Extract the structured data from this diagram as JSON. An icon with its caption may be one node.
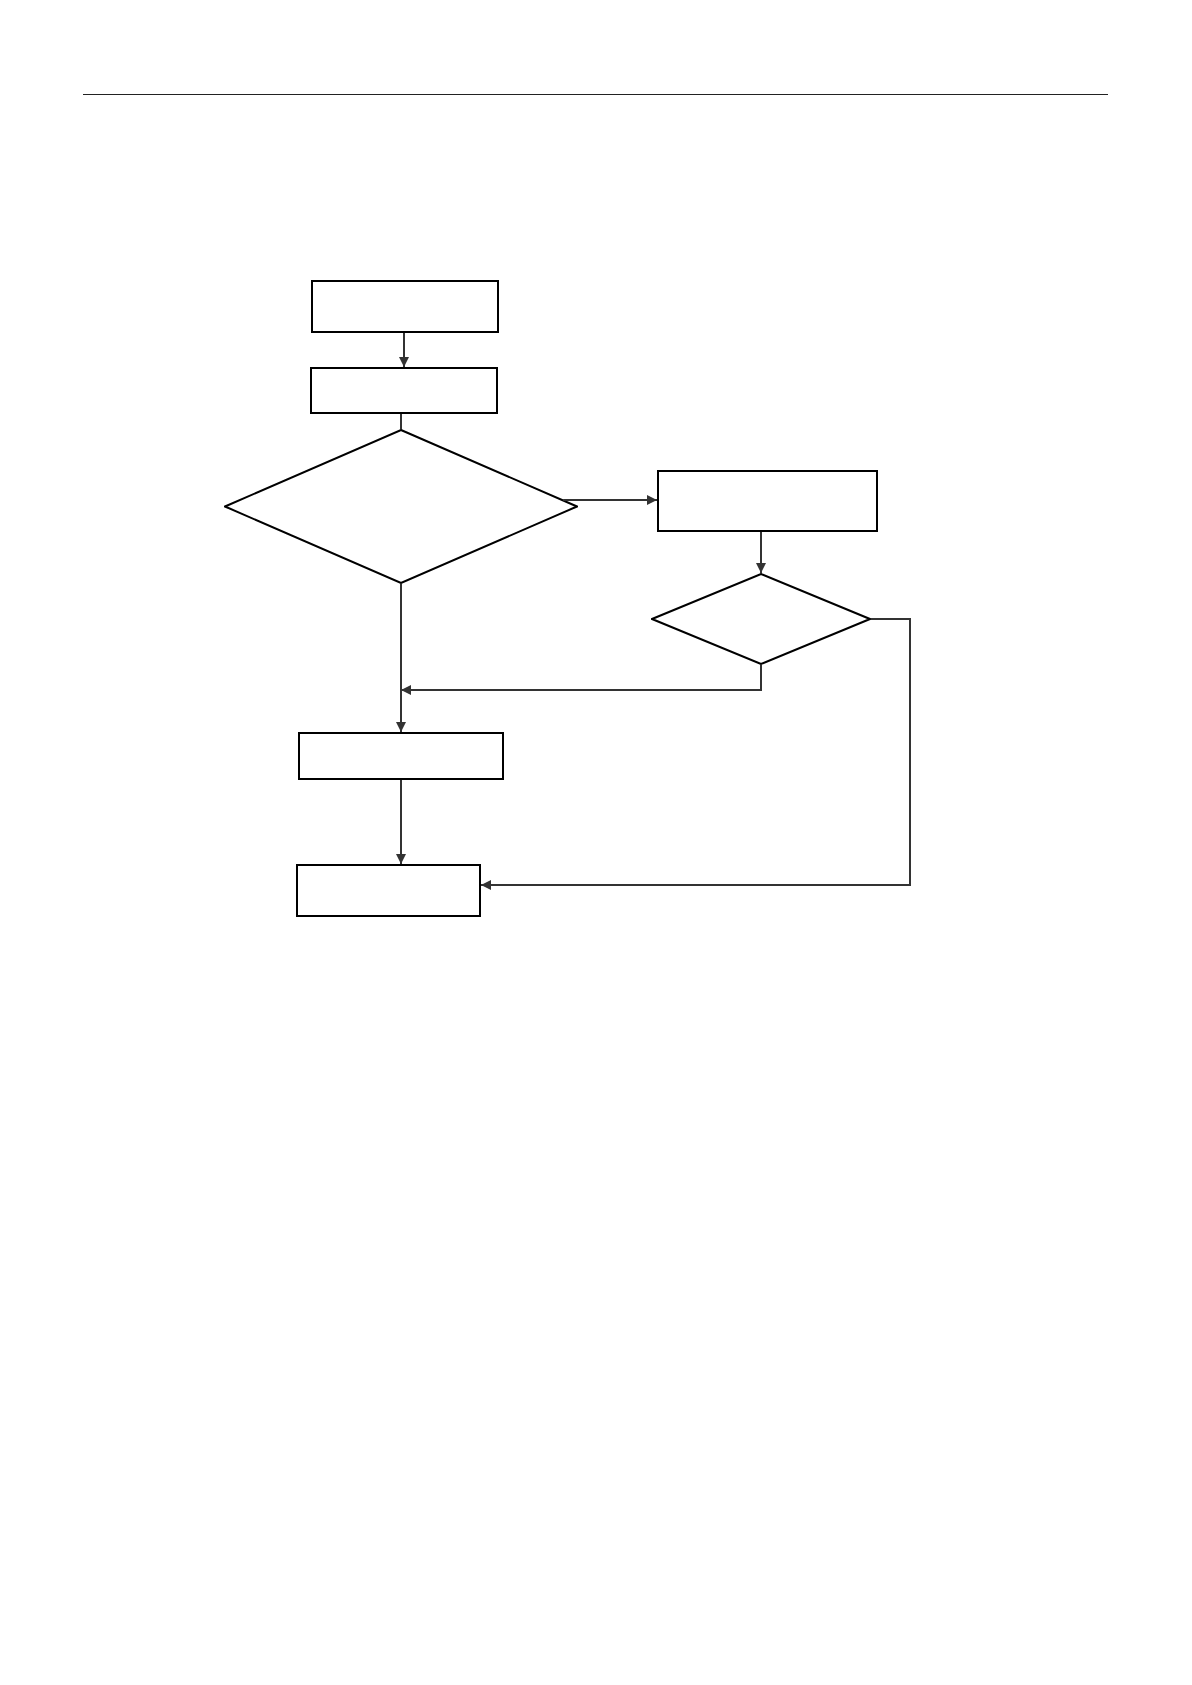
{
  "diagram": {
    "nodes": [
      {
        "text": [],
        "shape": "box"
      },
      {
        "text": [],
        "shape": "box"
      },
      {
        "text": [],
        "shape": "diamond"
      },
      {
        "text": [],
        "shape": "box"
      },
      {
        "text": [],
        "shape": "diamond"
      },
      {
        "text": [],
        "shape": "box"
      },
      {
        "text": [],
        "shape": "box"
      }
    ],
    "edges": [
      {
        "from": 0,
        "to": 1,
        "arrow": "to"
      },
      {
        "from": 1,
        "to": 2,
        "arrow": "none"
      },
      {
        "from": 2,
        "to": 3,
        "arrow": "to"
      },
      {
        "from": 3,
        "to": 4,
        "arrow": "to"
      },
      {
        "from": 2,
        "to": 5,
        "arrow": "to"
      },
      {
        "from": 4,
        "to": 5,
        "arrow": "to"
      },
      {
        "from": 5,
        "to": 6,
        "arrow": "to"
      },
      {
        "from": 4,
        "to": 6,
        "arrow": "to"
      }
    ]
  }
}
